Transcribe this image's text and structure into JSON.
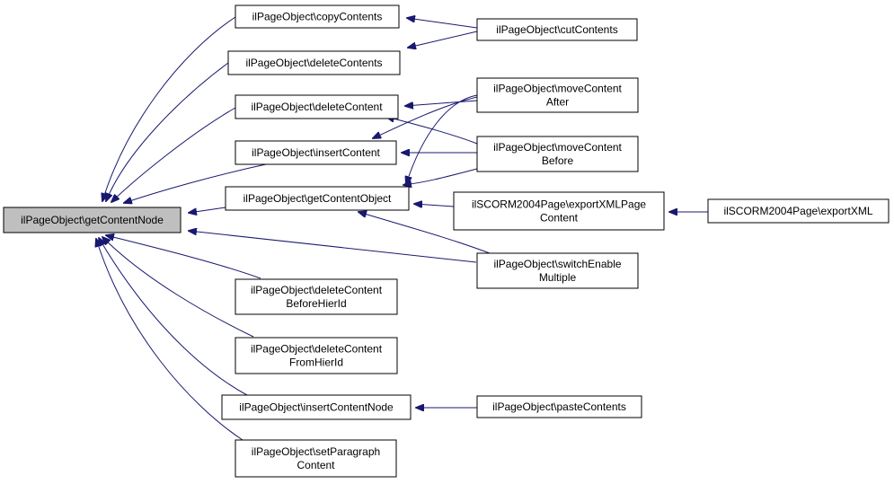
{
  "diagram": {
    "type": "call-graph",
    "edge_color": "#191970",
    "focus_fill": "#bfbfbf",
    "nodes": [
      {
        "id": "n0",
        "lines": [
          "ilPageObject\\getContentNode"
        ],
        "focus": true
      },
      {
        "id": "n1",
        "lines": [
          "ilPageObject\\copyContents"
        ]
      },
      {
        "id": "n2",
        "lines": [
          "ilPageObject\\deleteContents"
        ]
      },
      {
        "id": "n3",
        "lines": [
          "ilPageObject\\deleteContent"
        ]
      },
      {
        "id": "n4",
        "lines": [
          "ilPageObject\\insertContent"
        ]
      },
      {
        "id": "n5",
        "lines": [
          "ilPageObject\\getContentObject"
        ]
      },
      {
        "id": "n6",
        "lines": [
          "ilPageObject\\deleteContent",
          "BeforeHierId"
        ]
      },
      {
        "id": "n7",
        "lines": [
          "ilPageObject\\deleteContent",
          "FromHierId"
        ]
      },
      {
        "id": "n8",
        "lines": [
          "ilPageObject\\insertContentNode"
        ]
      },
      {
        "id": "n9",
        "lines": [
          "ilPageObject\\setParagraph",
          "Content"
        ]
      },
      {
        "id": "n10",
        "lines": [
          "ilPageObject\\cutContents"
        ]
      },
      {
        "id": "n11",
        "lines": [
          "ilPageObject\\moveContent",
          "After"
        ]
      },
      {
        "id": "n12",
        "lines": [
          "ilPageObject\\moveContent",
          "Before"
        ]
      },
      {
        "id": "n13",
        "lines": [
          "ilSCORM2004Page\\exportXMLPage",
          "Content"
        ]
      },
      {
        "id": "n14",
        "lines": [
          "ilPageObject\\switchEnable",
          "Multiple"
        ]
      },
      {
        "id": "n15",
        "lines": [
          "ilPageObject\\pasteContents"
        ]
      },
      {
        "id": "n16",
        "lines": [
          "ilSCORM2004Page\\exportXML"
        ]
      }
    ],
    "edges": [
      {
        "from": "n1",
        "to": "n0"
      },
      {
        "from": "n2",
        "to": "n0"
      },
      {
        "from": "n3",
        "to": "n0"
      },
      {
        "from": "n4",
        "to": "n0"
      },
      {
        "from": "n5",
        "to": "n0"
      },
      {
        "from": "n14",
        "to": "n0"
      },
      {
        "from": "n6",
        "to": "n0"
      },
      {
        "from": "n7",
        "to": "n0"
      },
      {
        "from": "n8",
        "to": "n0"
      },
      {
        "from": "n9",
        "to": "n0"
      },
      {
        "from": "n10",
        "to": "n1"
      },
      {
        "from": "n10",
        "to": "n2"
      },
      {
        "from": "n11",
        "to": "n3"
      },
      {
        "from": "n12",
        "to": "n3"
      },
      {
        "from": "n11",
        "to": "n4"
      },
      {
        "from": "n12",
        "to": "n4"
      },
      {
        "from": "n11",
        "to": "n5"
      },
      {
        "from": "n12",
        "to": "n5"
      },
      {
        "from": "n13",
        "to": "n5"
      },
      {
        "from": "n14",
        "to": "n5"
      },
      {
        "from": "n16",
        "to": "n13"
      },
      {
        "from": "n15",
        "to": "n8"
      }
    ]
  }
}
